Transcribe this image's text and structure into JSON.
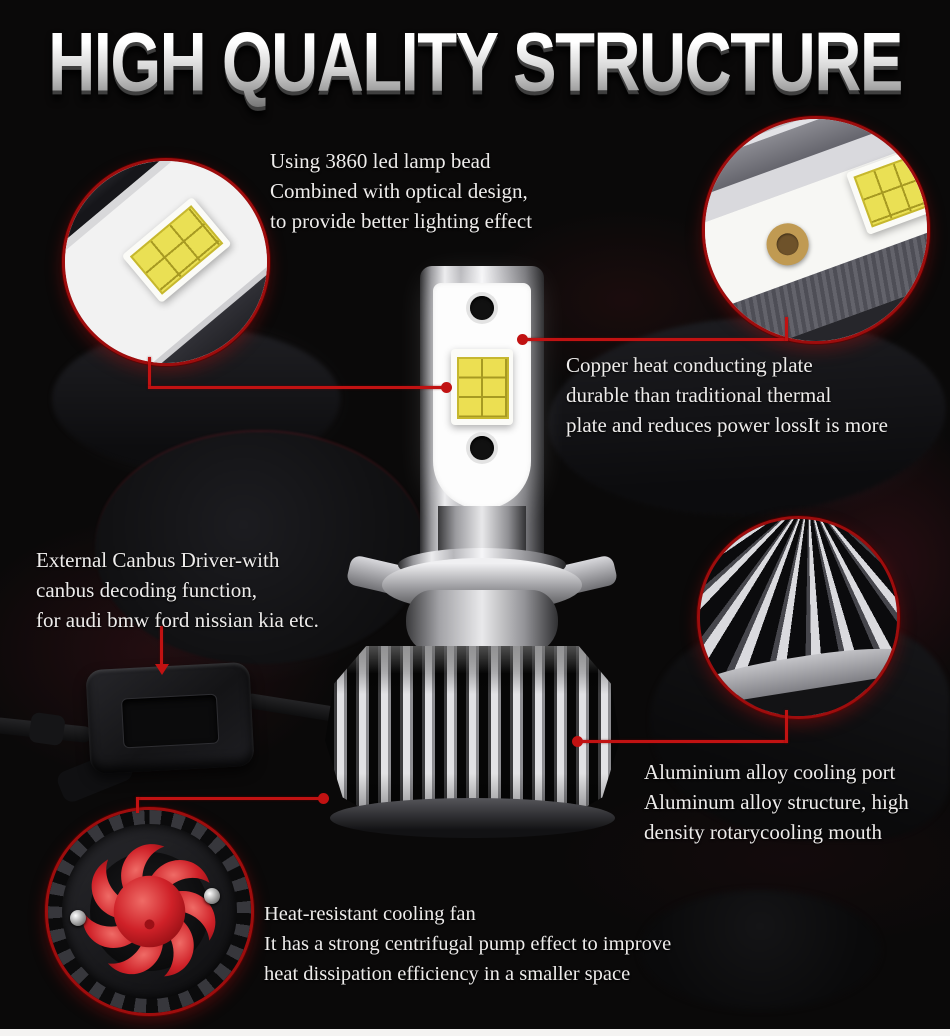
{
  "title": "HIGH QUALITY STRUCTURE",
  "colors": {
    "background": "#0a0909",
    "accent_red": "#c11212",
    "text": "#eeeceb",
    "led_chip_yellow": "#eae054"
  },
  "callouts": {
    "led": {
      "lines": [
        "Using 3860 led lamp bead",
        "Combined with optical design,",
        "to provide better lighting effect"
      ]
    },
    "copper": {
      "lines": [
        "Copper heat conducting plate",
        "durable than traditional thermal",
        "plate and reduces power lossIt is more"
      ]
    },
    "canbus": {
      "lines": [
        "External Canbus Driver-with",
        "canbus decoding function,",
        "for audi bmw ford nissian kia etc."
      ]
    },
    "aluminium": {
      "lines": [
        "Aluminium alloy cooling port",
        "Aluminum alloy structure, high",
        "density rotarycooling mouth"
      ]
    },
    "fan": {
      "lines": [
        "Heat-resistant cooling fan",
        "It has a strong centrifugal pump effect to improve",
        "heat dissipation efficiency in a smaller space"
      ]
    }
  },
  "figures": {
    "product": "led-headlight-bulb",
    "top_left_circle": "led-chip-macro",
    "top_right_circle": "copper-plate-macro",
    "mid_right_circle": "heatsink-fins-macro",
    "bottom_left_circle": "cooling-fan-macro",
    "left_box": "canbus-driver-box"
  }
}
